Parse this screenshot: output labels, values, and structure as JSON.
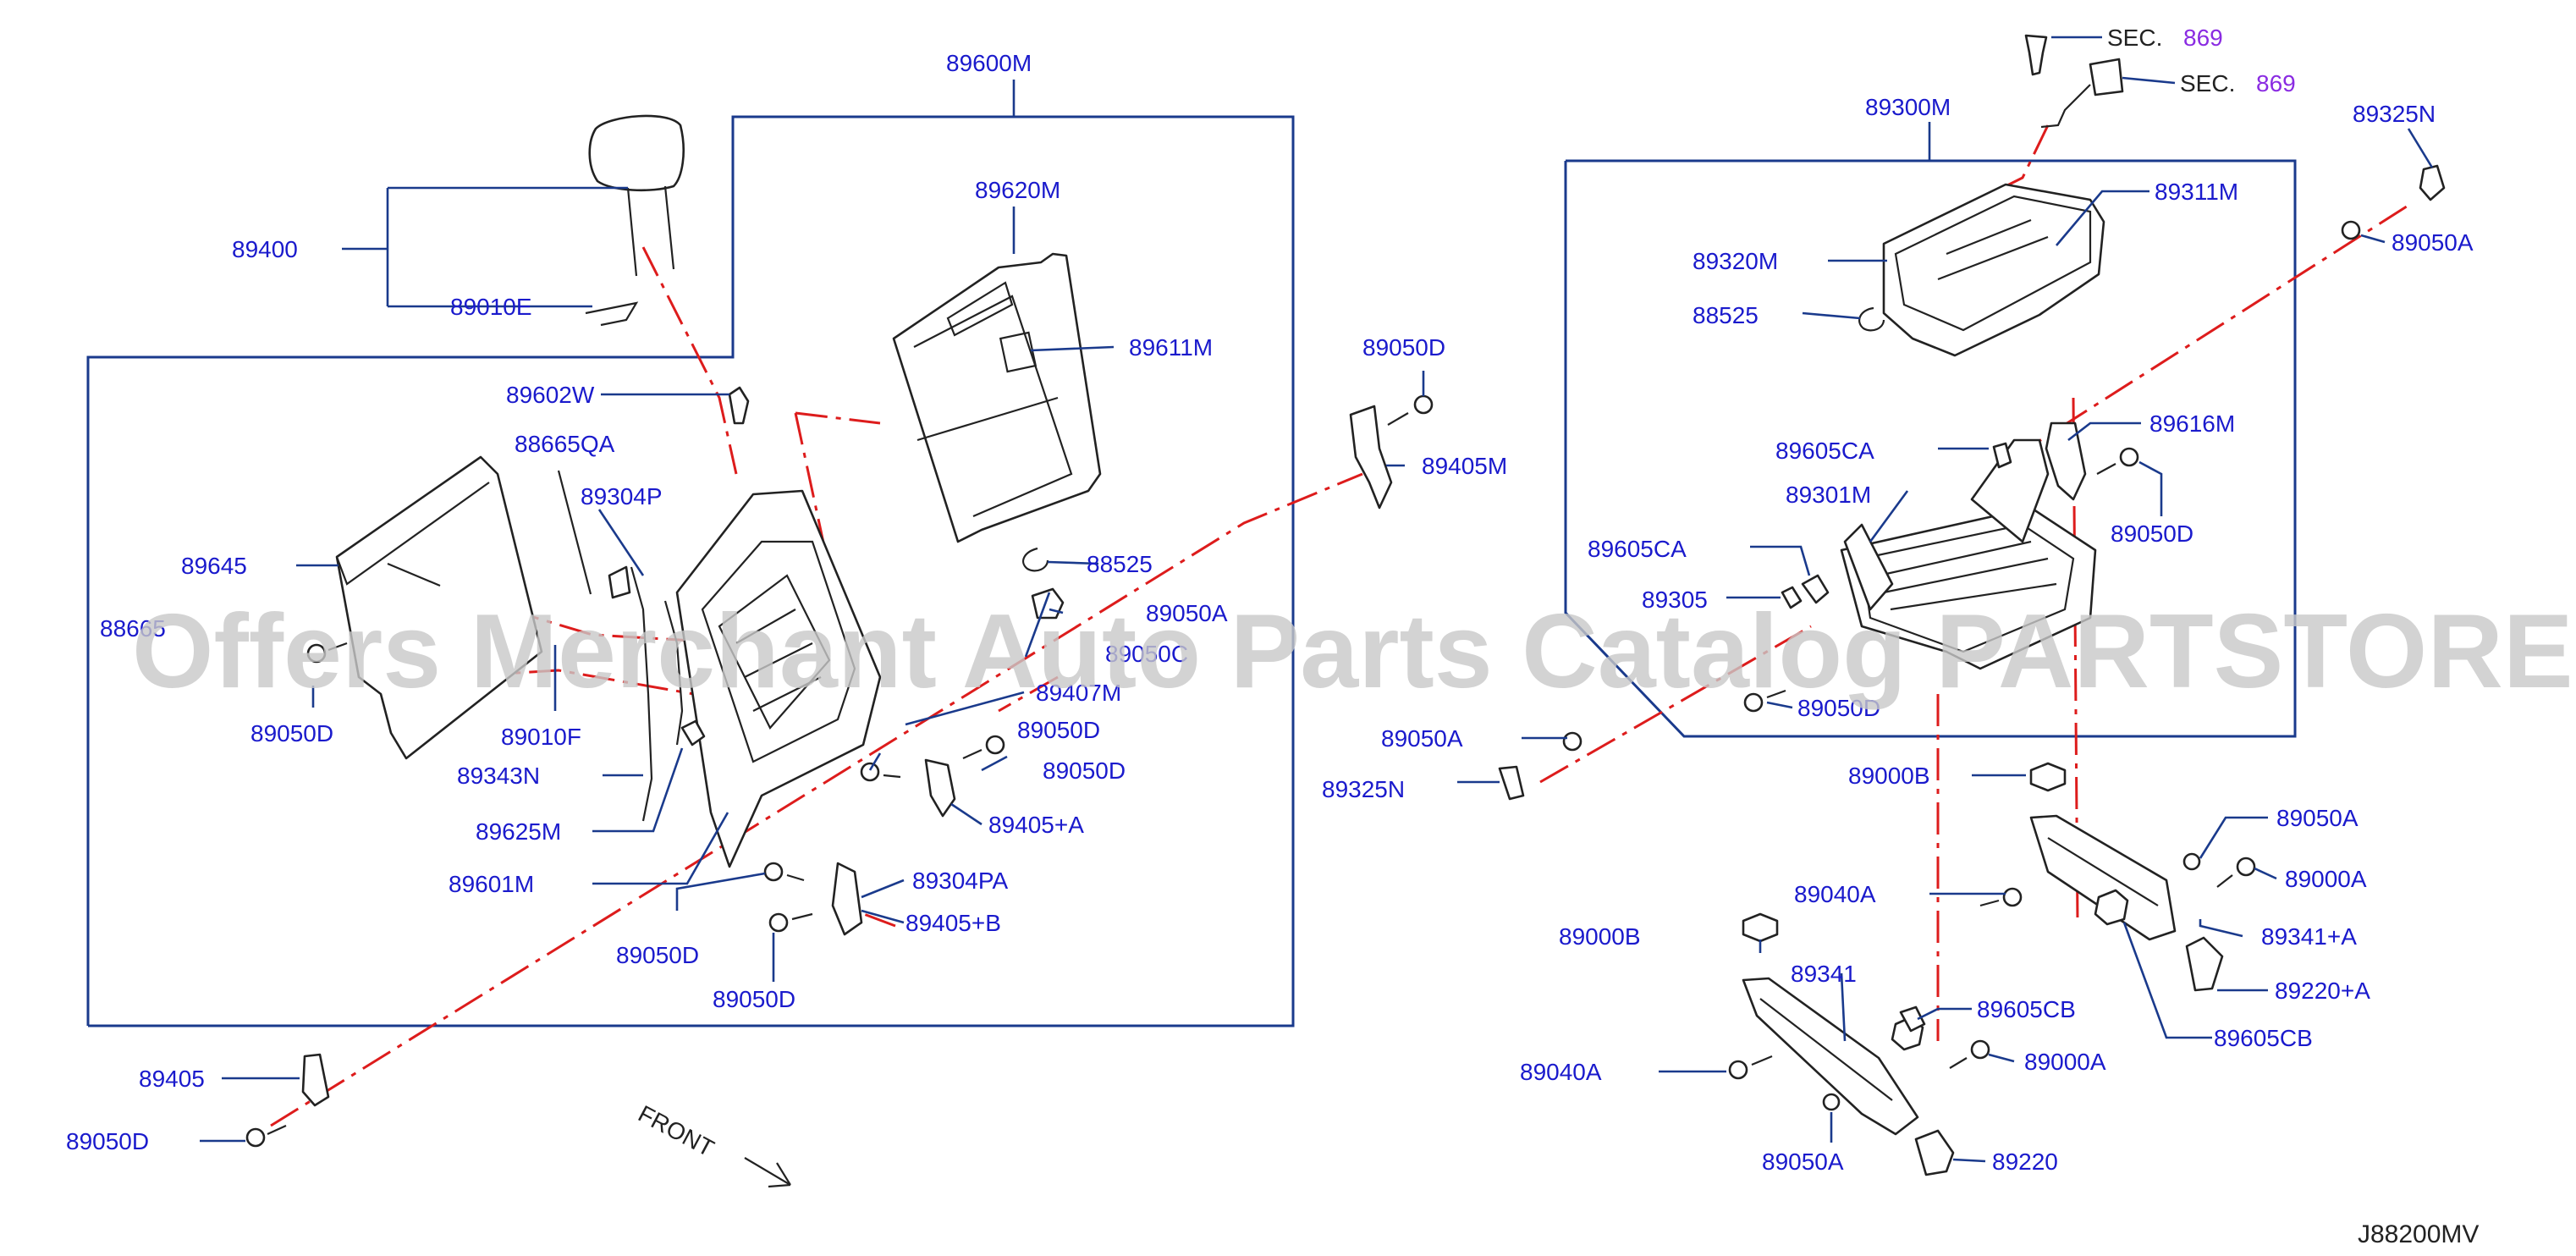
{
  "colors": {
    "label": "#1a1acc",
    "leader": "#1a3a8c",
    "frame": "#1a3a8c",
    "centerline": "#dd1c1c",
    "part_stroke": "#222222",
    "section_ref": "#8a2be2",
    "watermark": "#c9c9c9"
  },
  "watermark": "Offers Merchant Auto Parts Catalog PARTSTORE.SA",
  "diagram_code": "J88200MV",
  "front_label": "FRONT",
  "section_refs": [
    {
      "prefix": "SEC.",
      "number": "869"
    },
    {
      "prefix": "SEC.",
      "number": "869"
    }
  ],
  "left_assembly": {
    "frame_label": "89600M",
    "labels": [
      "89400",
      "89010E",
      "89602W",
      "88665QA",
      "89304P",
      "89645",
      "88665",
      "89050D",
      "89010F",
      "89343N",
      "89625M",
      "89601M",
      "89050D",
      "89050D",
      "89304PA",
      "89405+B",
      "89405+A",
      "89050D",
      "89050D",
      "89407M",
      "89050C",
      "89050A",
      "88525",
      "89620M",
      "89611M",
      "89050D",
      "89405M",
      "89405",
      "89050D"
    ]
  },
  "right_assembly": {
    "frame_label": "89300M",
    "labels": [
      "89311M",
      "89320M",
      "88525",
      "89325N",
      "89050A",
      "89605CA",
      "89616M",
      "89301M",
      "89050D",
      "89605CA",
      "89305",
      "89050D",
      "89050A",
      "89325N",
      "89000B",
      "89050A",
      "89000A",
      "89040A",
      "89341+A",
      "89220+A",
      "89605CB",
      "89000B",
      "89341",
      "89605CB",
      "89000A",
      "89040A",
      "89050A",
      "89220"
    ]
  }
}
